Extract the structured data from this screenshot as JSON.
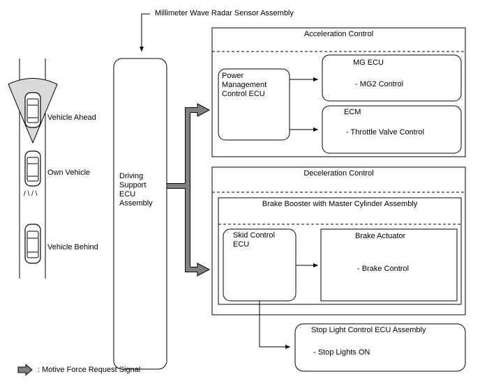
{
  "sensor_label": "Millimeter Wave Radar Sensor Assembly",
  "vehicles": {
    "ahead": "Vehicle Ahead",
    "own": "Own Vehicle",
    "behind": "Vehicle Behind",
    "own_marks": "/ \\ / \\"
  },
  "driving_support_ecu": "Driving Support ECU Assembly",
  "acceleration_control": {
    "title": "Acceleration Control",
    "power_ecu": "Power Management Control ECU",
    "mg_ecu": {
      "title": "MG ECU",
      "item": "- MG2 Control"
    },
    "ecm": {
      "title": "ECM",
      "item": "- Throttle Valve Control"
    }
  },
  "deceleration_control": {
    "title": "Deceleration Control",
    "brake_booster": "Brake Booster with Master Cylinder Assembly",
    "skid_ecu": "Skid Control ECU",
    "brake_actuator": {
      "title": "Brake Actuator",
      "item": "- Brake Control"
    }
  },
  "stop_light_ecu": {
    "title": "Stop Light Control ECU Assembly",
    "item": "- Stop Lights ON"
  },
  "legend": {
    "label": ": Motive Force Request Signal"
  },
  "colors": {
    "arrow_fill": "#808080",
    "line": "#000000",
    "radar_fill": "#d9d9d9"
  }
}
